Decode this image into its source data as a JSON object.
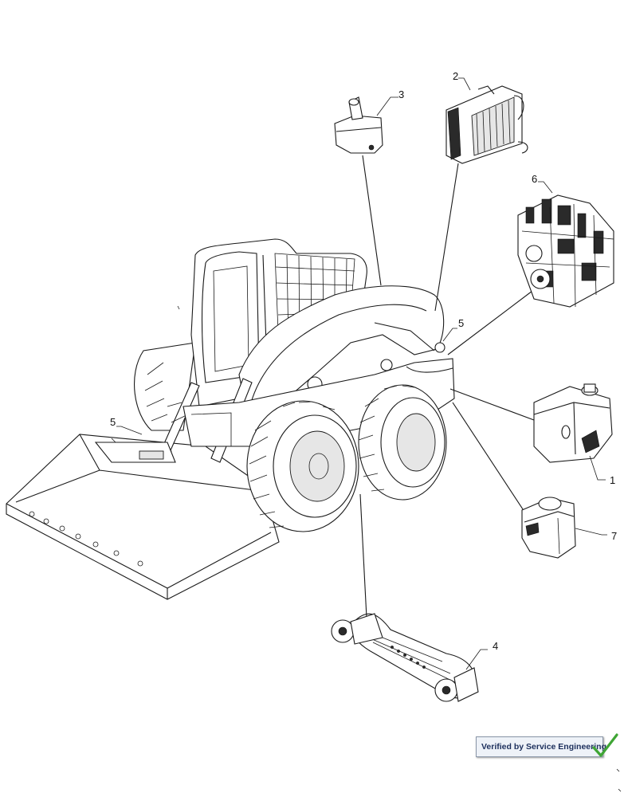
{
  "callouts": {
    "c1": "1",
    "c2": "2",
    "c3": "3",
    "c4": "4",
    "c5a": "5",
    "c5b": "5",
    "c6": "6",
    "c7": "7"
  },
  "badge": {
    "label": "Verified by Service Engineering",
    "icon": "checkmark-icon",
    "check_color": "#3fa535"
  }
}
